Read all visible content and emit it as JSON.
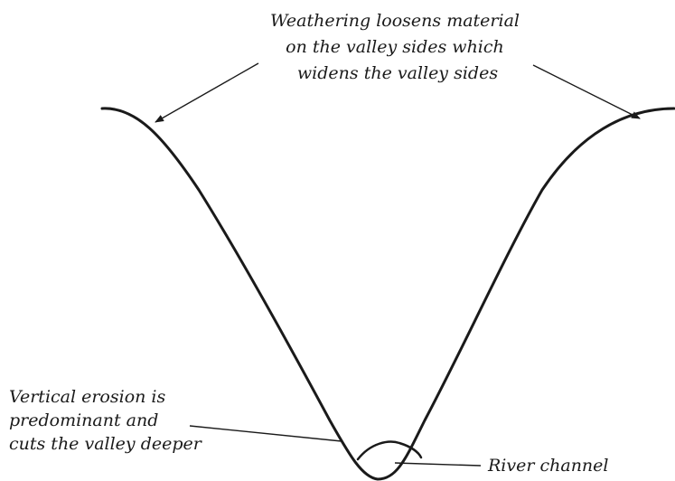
{
  "labels": {
    "weathering": {
      "lines": [
        "Weathering loosens material",
        "on the valley sides which",
        "widens the valley sides"
      ]
    },
    "vertical_erosion": {
      "lines": [
        "Vertical erosion is",
        "predominant and",
        "cuts the valley deeper"
      ]
    },
    "river_channel": "River channel"
  }
}
